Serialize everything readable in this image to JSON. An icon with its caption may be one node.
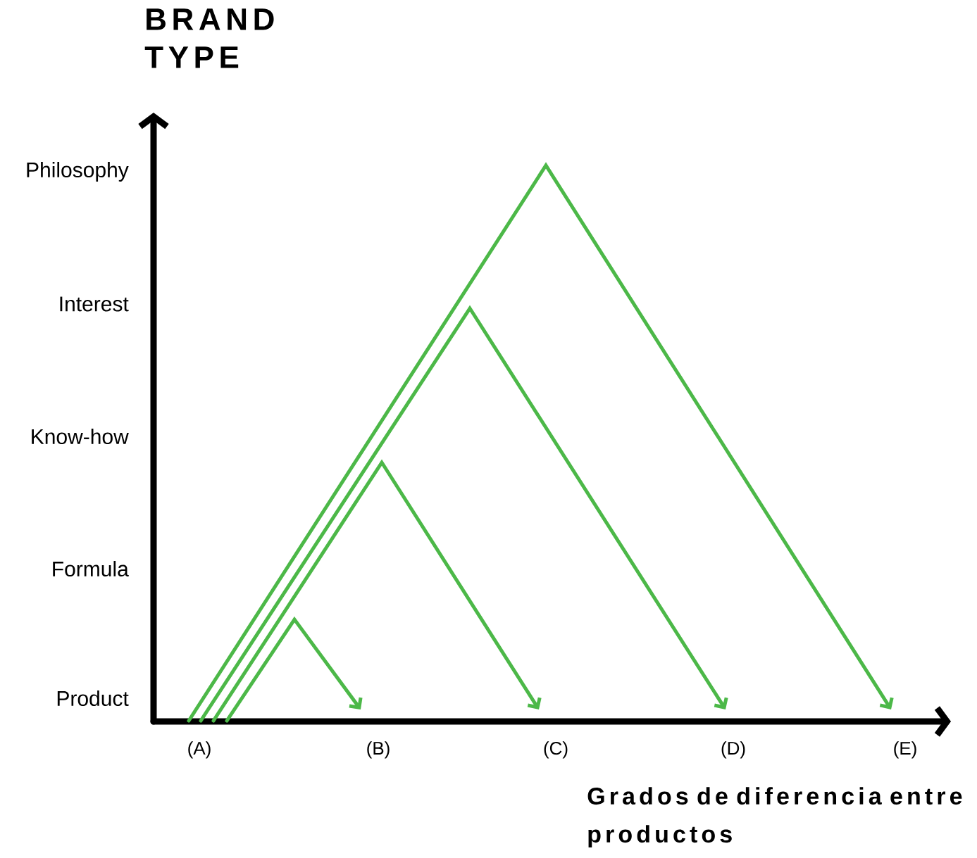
{
  "diagram": {
    "nodes": [
      {
        "text": [
          "(A)"
        ]
      },
      {
        "text": [
          "(B)"
        ]
      },
      {
        "text": [
          "(C)"
        ]
      },
      {
        "text": [
          "(D)"
        ]
      },
      {
        "text": [
          "(E)"
        ]
      }
    ],
    "edges": [
      {
        "from": 0,
        "to": 1,
        "arrow": "to"
      },
      {
        "from": 0,
        "to": 2,
        "arrow": "to"
      },
      {
        "from": 0,
        "to": 3,
        "arrow": "to"
      },
      {
        "from": 0,
        "to": 4,
        "arrow": "to"
      }
    ],
    "labels": [
      "BRAND TYPE",
      "Philosophy",
      "Interest",
      "Know-how",
      "Formula",
      "Product",
      "Grados de diferencia entre productos"
    ]
  }
}
